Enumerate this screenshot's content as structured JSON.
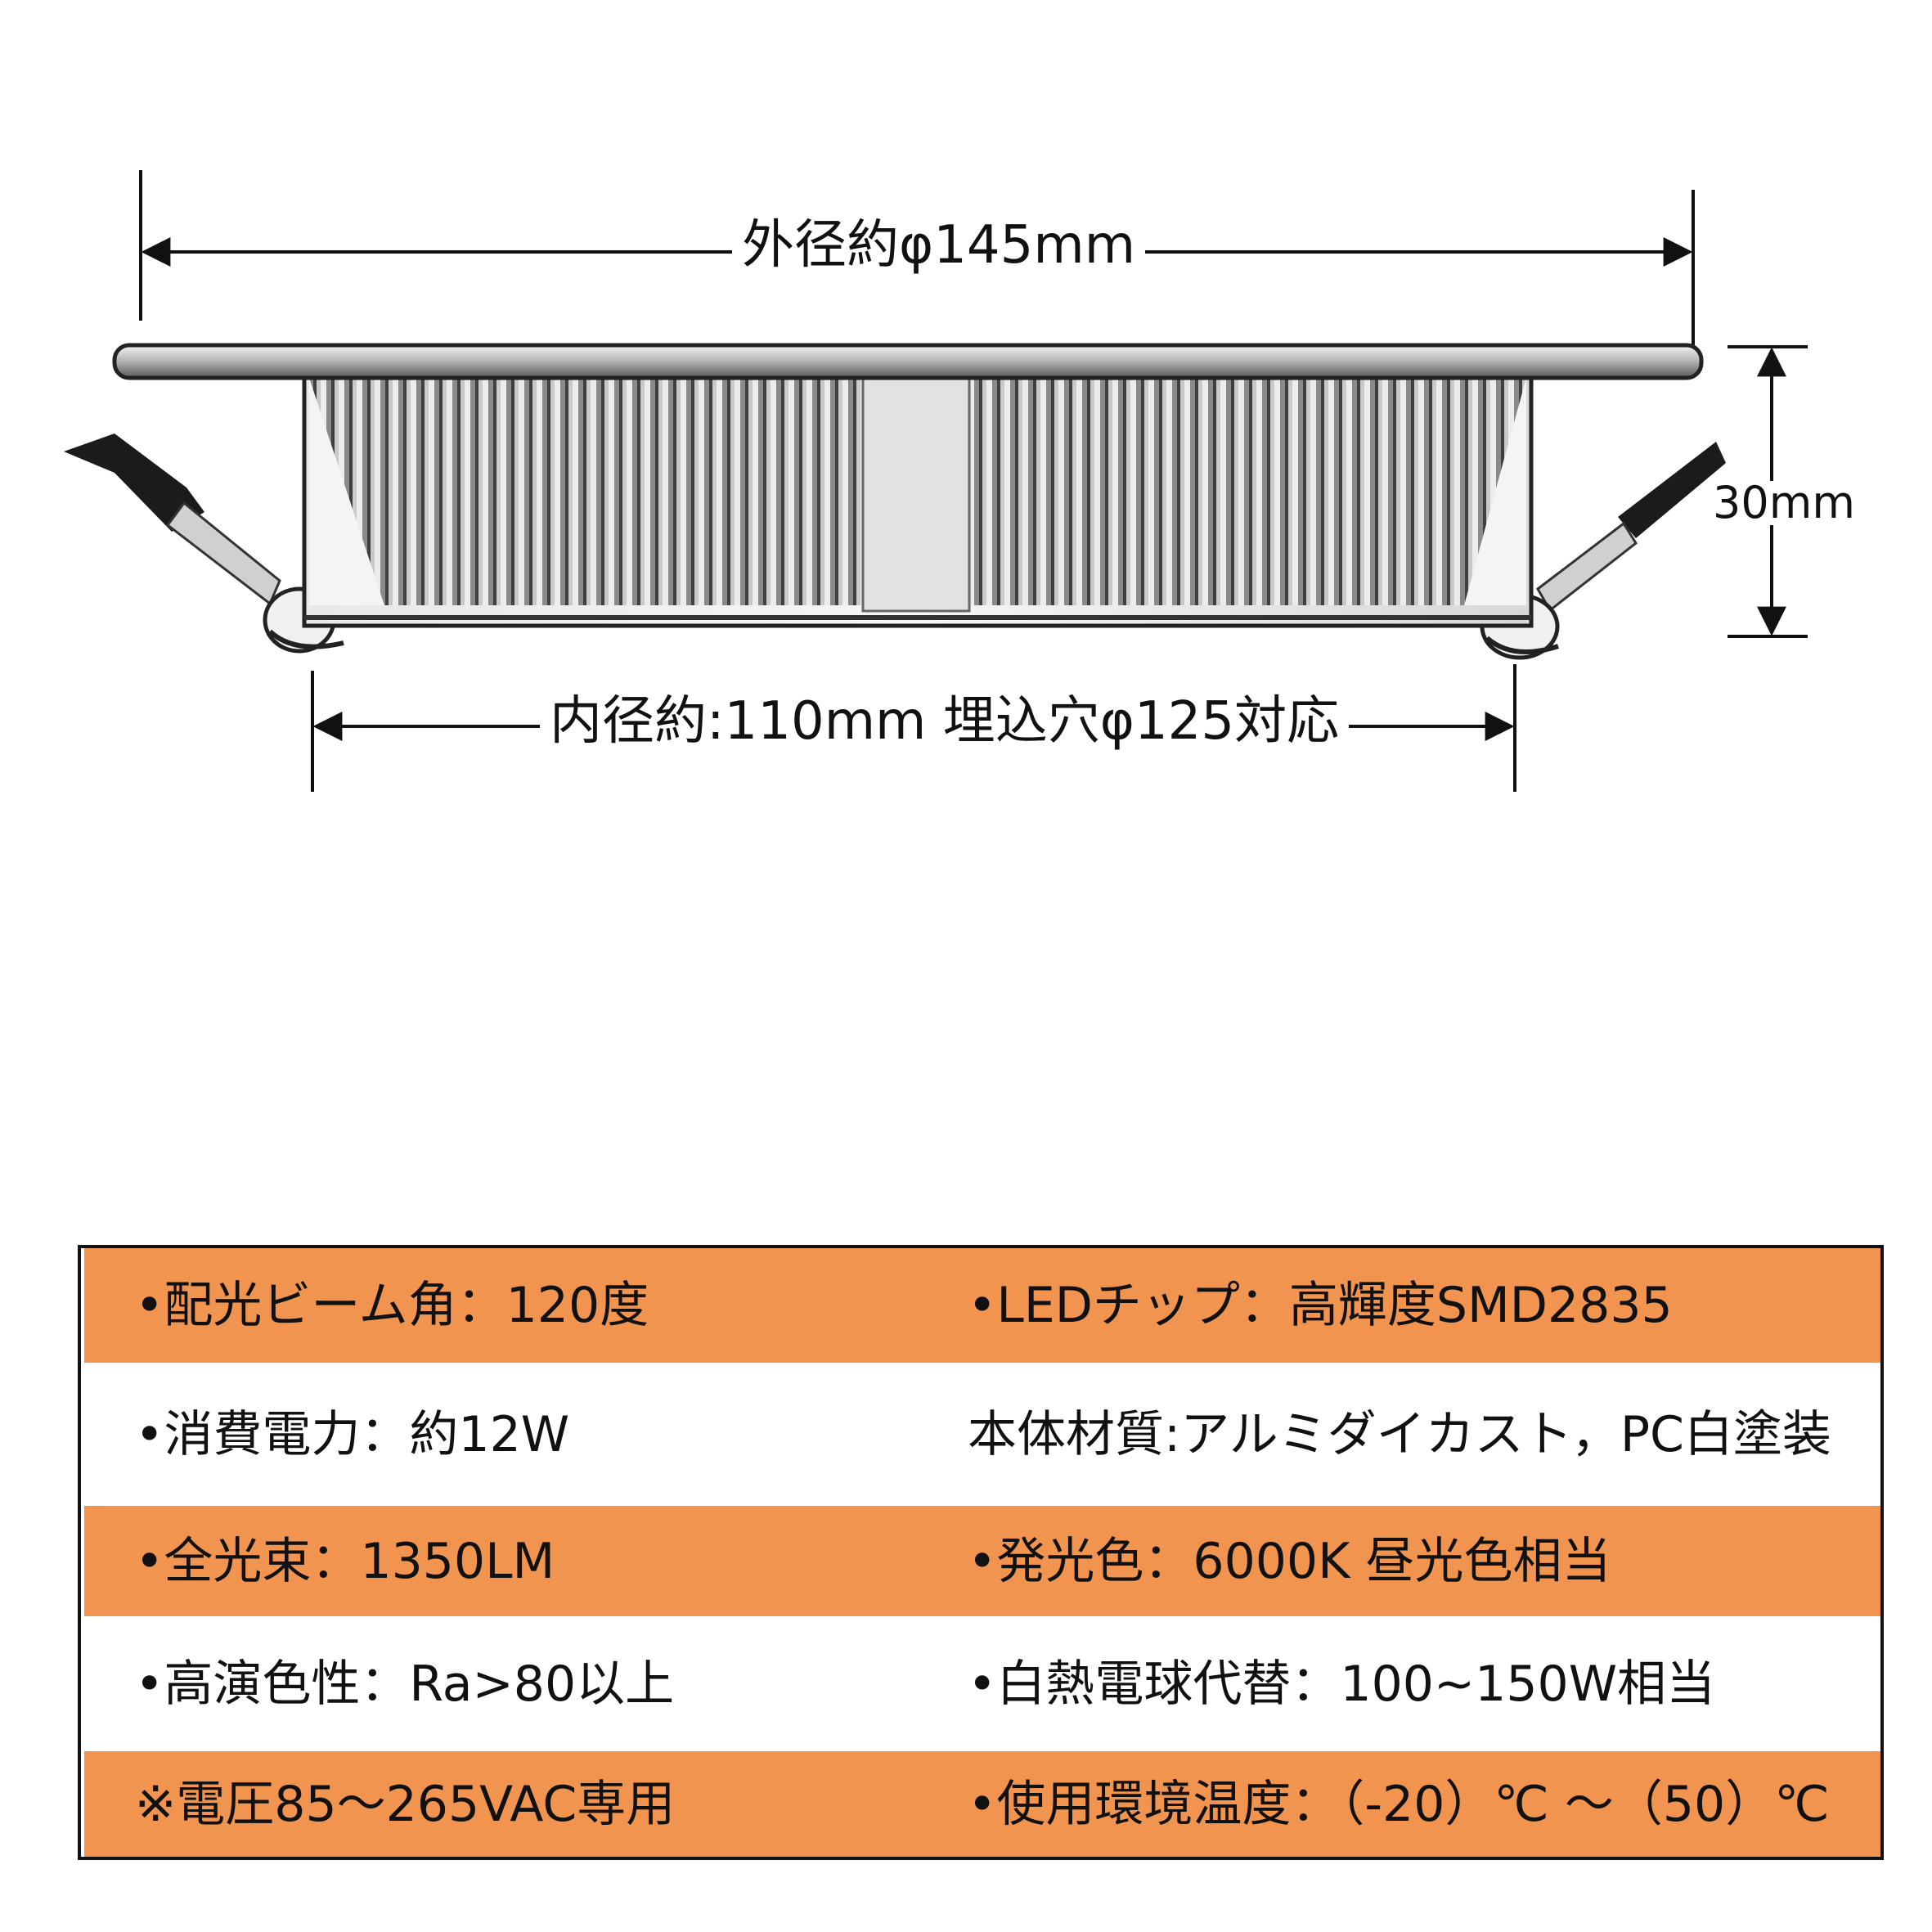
{
  "dimensions": {
    "outer_diameter": "外径約φ145mm",
    "inner_diameter": "内径約:110mm  埋込穴φ125対応",
    "height": "30mm"
  },
  "specs": [
    {
      "left": "•配光ビーム角：120度",
      "right": "•LEDチップ：高輝度SMD2835",
      "style": "orange"
    },
    {
      "left": "•消費電力：約12W",
      "right": "本体材質:アルミダイカスト，PC白塗装",
      "style": "white"
    },
    {
      "left": "•全光束：1350LM",
      "right": "•発光色：6000K 昼光色相当",
      "style": "orange"
    },
    {
      "left": "•高演色性：Ra>80以上",
      "right": "•白熱電球代替：100~150W相当",
      "style": "white"
    },
    {
      "left": "※電圧85～265VAC専用",
      "right": "•使用環境温度：（-20）℃ ～（50）℃",
      "style": "orange"
    }
  ],
  "colors": {
    "row_accent": "#f0944f",
    "line": "#111111"
  }
}
